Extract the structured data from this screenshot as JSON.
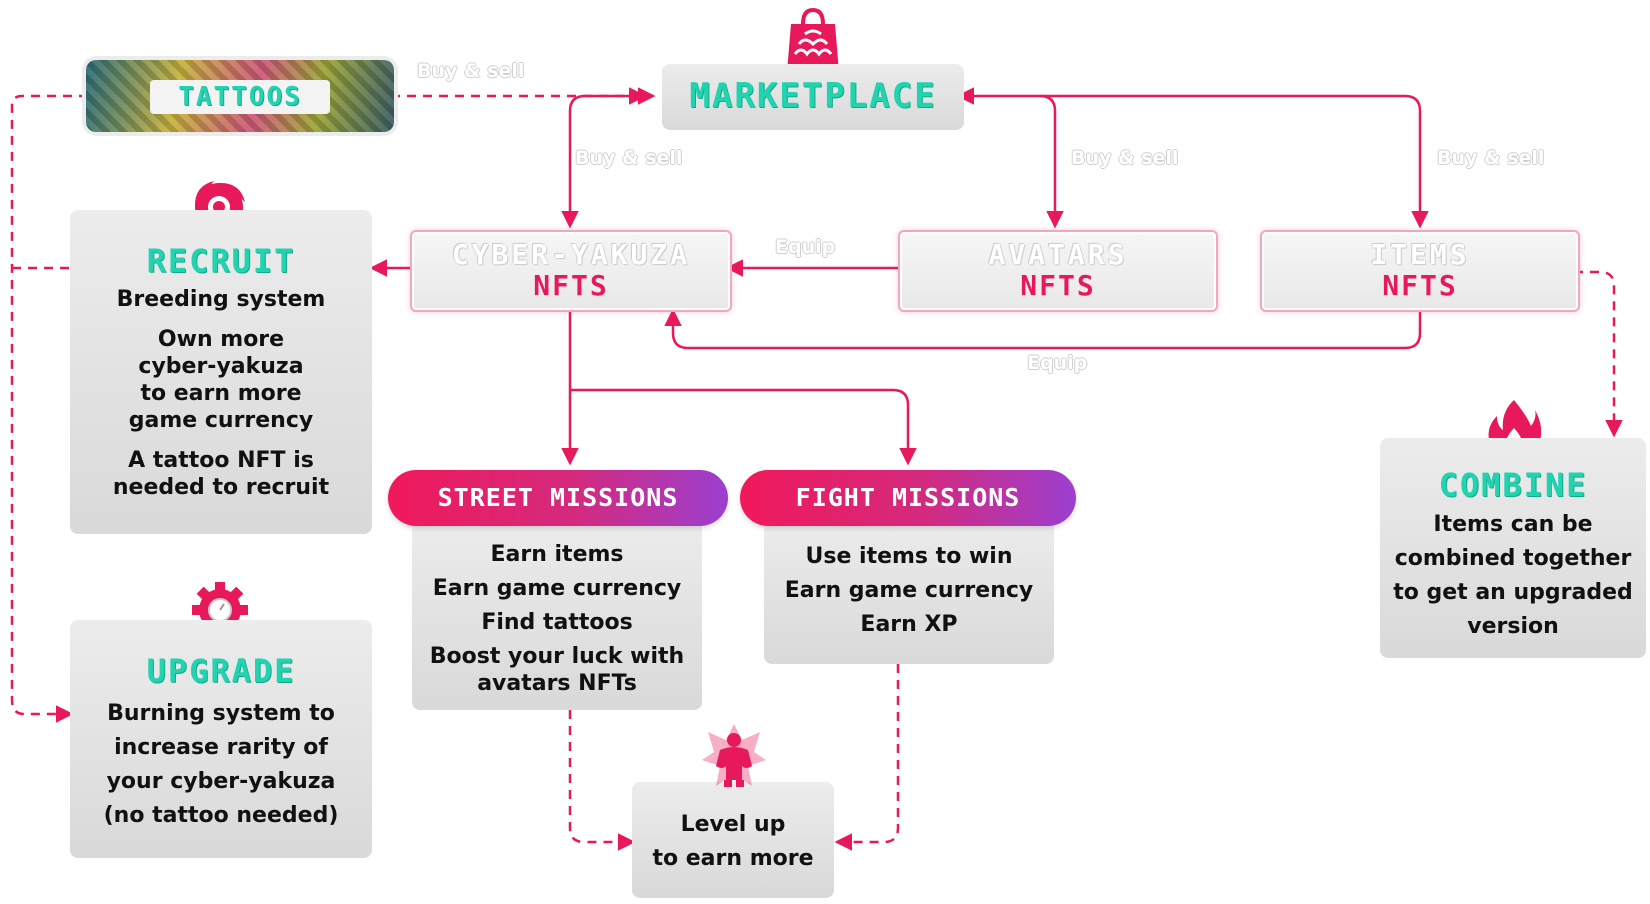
{
  "colors": {
    "accent": "#e8195a",
    "teal": "#22d3b0",
    "box_gray": "#e3e3e3",
    "mission_gradient_start": "#f0195a",
    "mission_gradient_end": "#9b3fd0"
  },
  "marketplace": {
    "title": "MARKETPLACE",
    "icon": "shopping-bag-icon"
  },
  "tattoos": {
    "title": "TATTOOS"
  },
  "nfts": {
    "cyber_yakuza": {
      "top": "CYBER-YAKUZA",
      "bottom": "NFTS"
    },
    "avatars": {
      "top": "AVATARS",
      "bottom": "NFTS"
    },
    "items": {
      "top": "ITEMS",
      "bottom": "NFTS"
    }
  },
  "recruit": {
    "title": "RECRUIT",
    "icon": "vortex-icon",
    "lines": [
      "Breeding system",
      "Own more",
      "cyber-yakuza",
      "to earn more",
      "game currency",
      "A tattoo NFT is",
      "needed to recruit"
    ]
  },
  "upgrade": {
    "title": "UPGRADE",
    "icon": "gear-icon",
    "lines": [
      "Burning system to",
      "increase rarity of",
      "your cyber-yakuza",
      "(no tattoo needed)"
    ]
  },
  "street_missions": {
    "title": "STREET MISSIONS",
    "lines": [
      "Earn items",
      "Earn game currency",
      "Find tattoos",
      "Boost your luck with",
      "avatars NFTs"
    ]
  },
  "fight_missions": {
    "title": "FIGHT MISSIONS",
    "lines": [
      "Use items to win",
      "Earn game currency",
      "Earn XP"
    ]
  },
  "combine": {
    "title": "COMBINE",
    "icon": "flame-icon",
    "lines": [
      "Items can be",
      "combined together",
      "to get an upgraded",
      "version"
    ]
  },
  "level_up": {
    "icon": "fighter-icon",
    "lines": [
      "Level up",
      "to earn more"
    ]
  },
  "edge_labels": {
    "buy_sell": "Buy & sell",
    "equip": "Equip"
  }
}
